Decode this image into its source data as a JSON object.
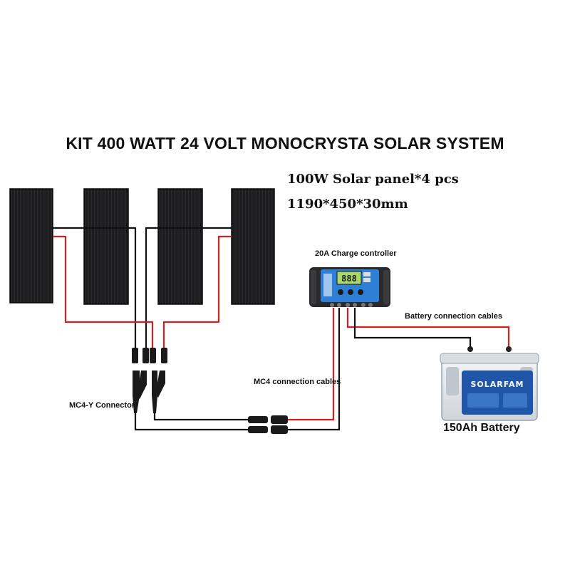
{
  "title": "KIT 400 WATT 24 VOLT MONOCRYSTA SOLAR SYSTEM",
  "specs": {
    "line1": "100W Solar panel*4 pcs",
    "line2": "1190*450*30mm"
  },
  "labels": {
    "charge_controller": "20A Charge controller",
    "battery_cables": "Battery connection cables",
    "mc4_cables": "MC4 connection cables",
    "mc4_y": "MC4-Y Connector",
    "battery": "150Ah Battery"
  },
  "controller_display": "888",
  "battery_brand": "SOLARFAM",
  "colors": {
    "panel": "#1c1c1e",
    "wire_red": "#d42020",
    "wire_black": "#111111",
    "controller_body": "#2a2a2c",
    "controller_face": "#2f7fd6",
    "battery_body": "#e9ecef",
    "battery_band": "#1f56a8"
  }
}
